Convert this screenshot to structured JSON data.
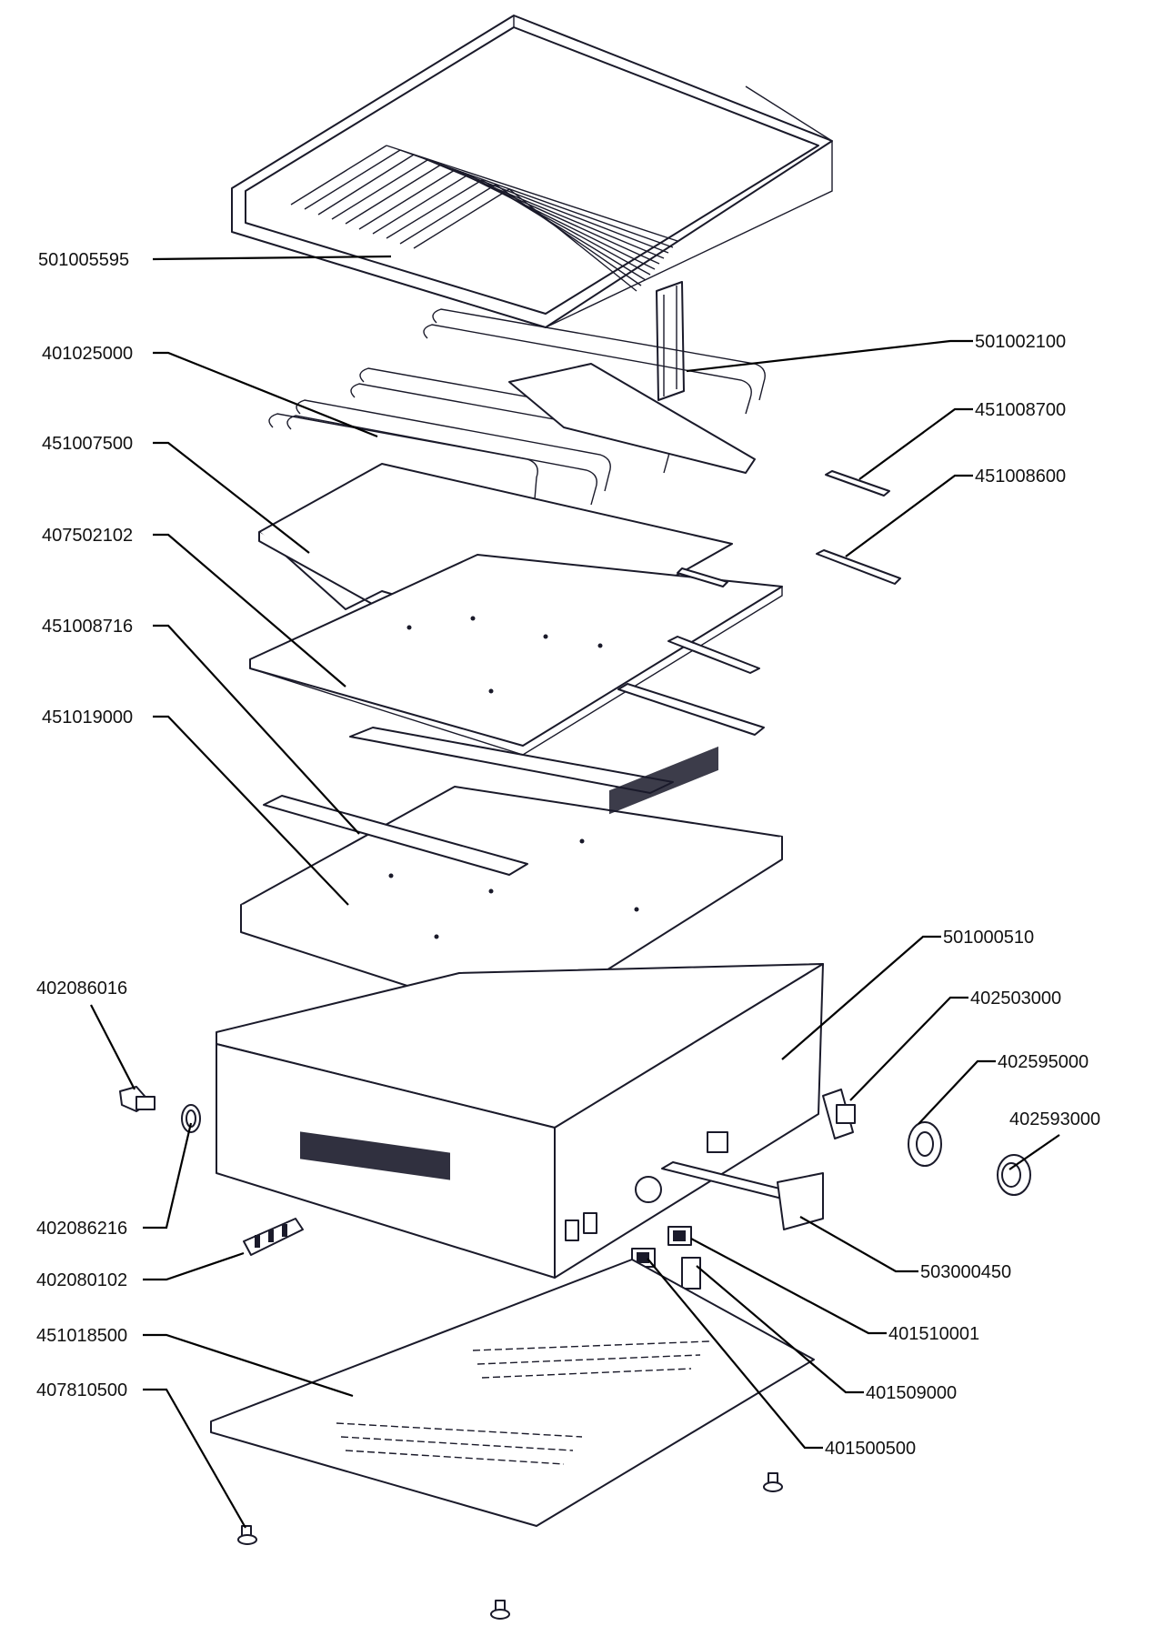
{
  "diagram": {
    "type": "exploded-parts-view",
    "callouts": [
      {
        "id": "c1",
        "label": "501005595"
      },
      {
        "id": "c2",
        "label": "401025000"
      },
      {
        "id": "c3",
        "label": "451007500"
      },
      {
        "id": "c4",
        "label": "407502102"
      },
      {
        "id": "c5",
        "label": "451008716"
      },
      {
        "id": "c6",
        "label": "451019000"
      },
      {
        "id": "c7",
        "label": "402086016"
      },
      {
        "id": "c8",
        "label": "402086216"
      },
      {
        "id": "c9",
        "label": "402080102"
      },
      {
        "id": "c10",
        "label": "451018500"
      },
      {
        "id": "c11",
        "label": "407810500"
      },
      {
        "id": "c12",
        "label": "501002100"
      },
      {
        "id": "c13",
        "label": "451008700"
      },
      {
        "id": "c14",
        "label": "451008600"
      },
      {
        "id": "c15",
        "label": "501000510"
      },
      {
        "id": "c16",
        "label": "402503000"
      },
      {
        "id": "c17",
        "label": "402595000"
      },
      {
        "id": "c18",
        "label": "402593000"
      },
      {
        "id": "c19",
        "label": "503000450"
      },
      {
        "id": "c20",
        "label": "401510001"
      },
      {
        "id": "c21",
        "label": "401509000"
      },
      {
        "id": "c22",
        "label": "401500500"
      }
    ],
    "colors": {
      "line": "#1a1a2a",
      "background": "#ffffff",
      "text": "#111111"
    }
  }
}
